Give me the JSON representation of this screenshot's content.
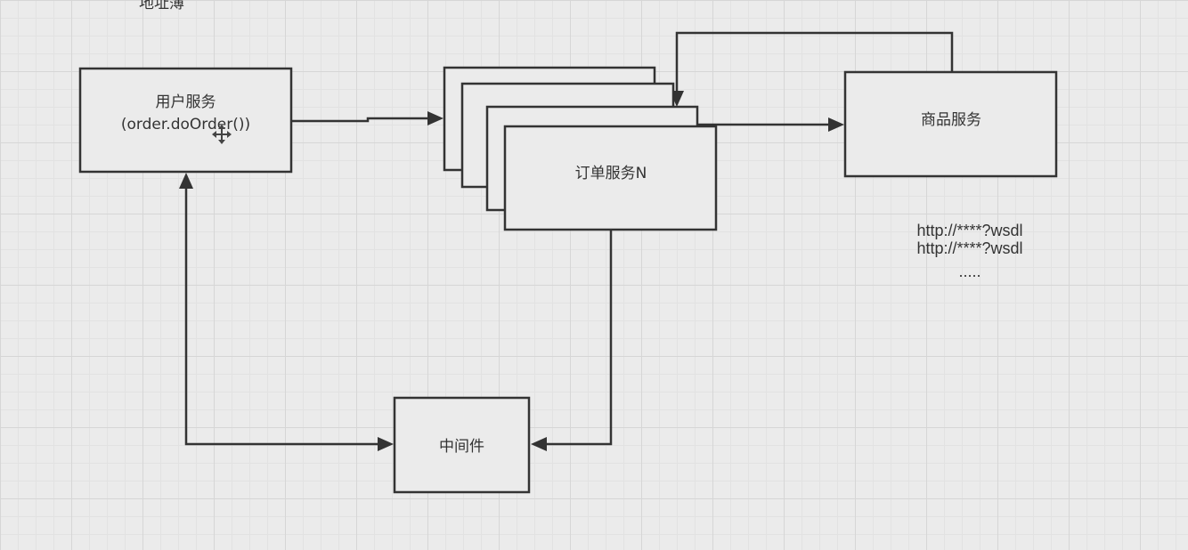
{
  "top_label": "地址薄",
  "user_service": {
    "title": "用户服务",
    "call": "(order.doOrder())"
  },
  "order_service": {
    "title": "订单服务N"
  },
  "product_service": {
    "title": "商品服务"
  },
  "middleware": {
    "title": "中间件"
  },
  "registry_list": {
    "line1": "http://****?wsdl",
    "line2": "http://****?wsdl",
    "line3": "....."
  },
  "colors": {
    "stroke": "#333333",
    "box_fill": "#ebebeb",
    "canvas_bg": "#ebebeb",
    "grid": "#d6d6d6"
  },
  "icons": {
    "cursor": "move-cursor-icon"
  }
}
